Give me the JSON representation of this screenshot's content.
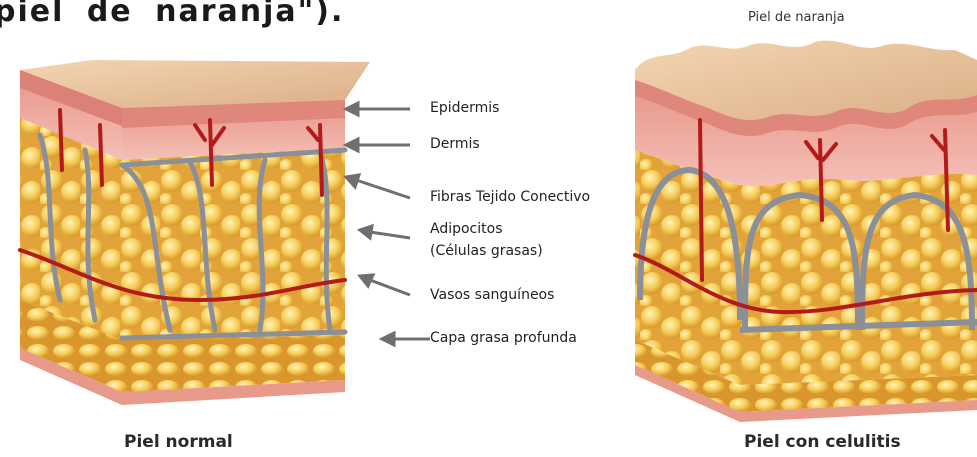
{
  "heading_fragment": "piel de naranja\").",
  "orange_label": "Piel de naranja",
  "labels": [
    "Epidermis",
    "Dermis",
    "Fibras Tejido Conectivo",
    "Adipocitos",
    "(Células grasas)",
    "Vasos sanguíneos",
    "Capa grasa profunda"
  ],
  "captions": {
    "normal": "Piel normal",
    "cellulite": "Piel con celulitis"
  },
  "colors": {
    "skin_top": "#e8c39b",
    "epidermis": "#e29a8e",
    "dermis": "#f1b6ad",
    "fat": "#f3c64f",
    "fiber": "#8a8f98",
    "vessel": "#b31b1b",
    "deep_fat": "#f0c35a"
  }
}
